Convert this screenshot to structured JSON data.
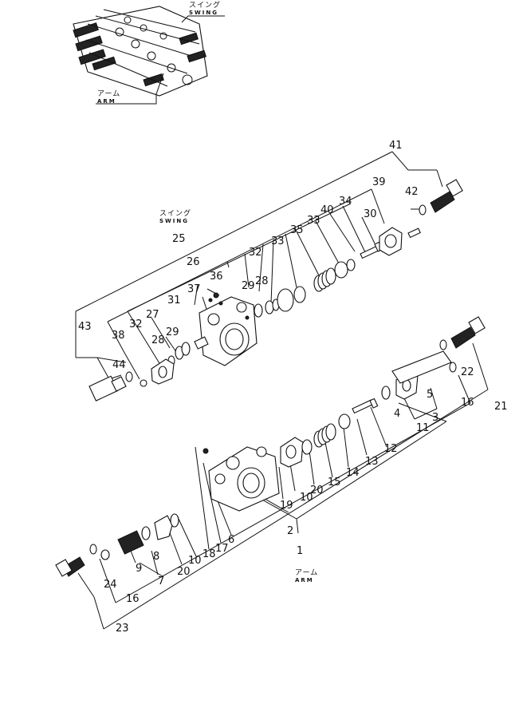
{
  "labels": {
    "top_swing_jp": "スイング",
    "top_swing_en": "SWING",
    "top_arm_jp": "アーム",
    "top_arm_en": "ARM",
    "mid_swing_jp": "スイング",
    "mid_swing_en": "SWING",
    "bottom_arm_jp": "アーム",
    "bottom_arm_en": "ARM"
  },
  "callouts": [
    "41",
    "42",
    "39",
    "34",
    "40",
    "33",
    "30",
    "33",
    "35",
    "25",
    "32",
    "26",
    "36",
    "29",
    "28",
    "37",
    "31",
    "27",
    "32",
    "28",
    "29",
    "38",
    "43",
    "44",
    "22",
    "21",
    "16",
    "5",
    "4",
    "3",
    "11",
    "12",
    "13",
    "14",
    "15",
    "20",
    "10",
    "19",
    "2",
    "1",
    "6",
    "17",
    "18",
    "10",
    "20",
    "8",
    "9",
    "7",
    "16",
    "24",
    "23"
  ]
}
